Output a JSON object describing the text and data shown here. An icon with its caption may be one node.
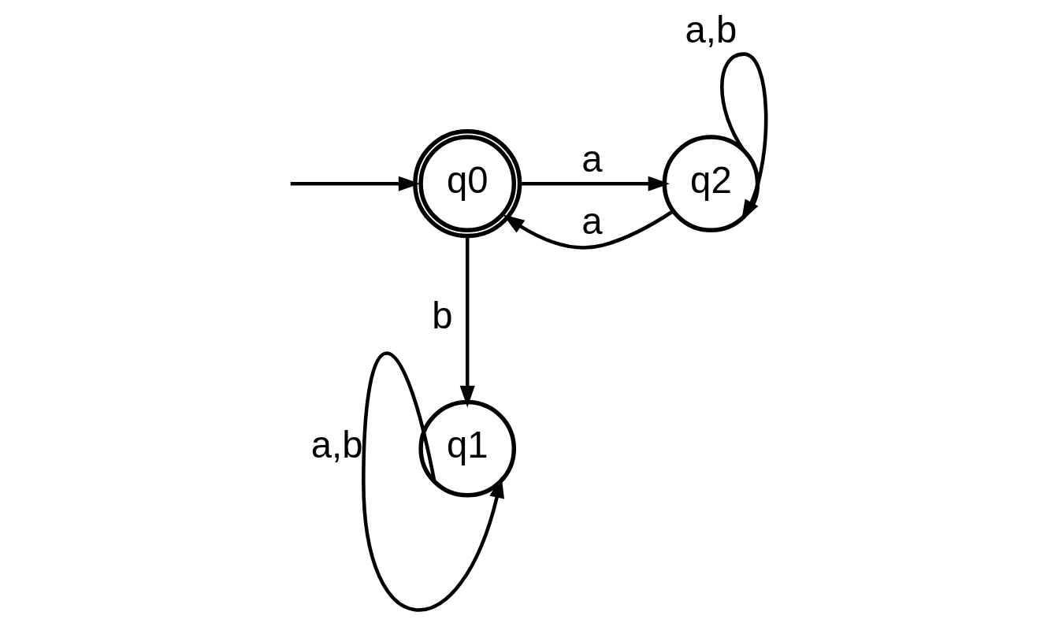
{
  "diagram": {
    "nodes": [
      {
        "text": [
          "q0"
        ]
      },
      {
        "text": [
          "q2"
        ]
      },
      {
        "text": [
          "q1"
        ]
      }
    ],
    "edges": [
      {
        "from": null,
        "to": 0,
        "arrow": "to"
      },
      {
        "from": 0,
        "to": 1,
        "arrow": "to",
        "label": "a"
      },
      {
        "from": 1,
        "to": 0,
        "arrow": "to",
        "label": "a"
      },
      {
        "from": 1,
        "to": 1,
        "arrow": "to",
        "label": "a,b"
      },
      {
        "from": 0,
        "to": 2,
        "arrow": "to",
        "label": "b"
      },
      {
        "from": 2,
        "to": 2,
        "arrow": "to",
        "label": "a,b"
      }
    ]
  }
}
